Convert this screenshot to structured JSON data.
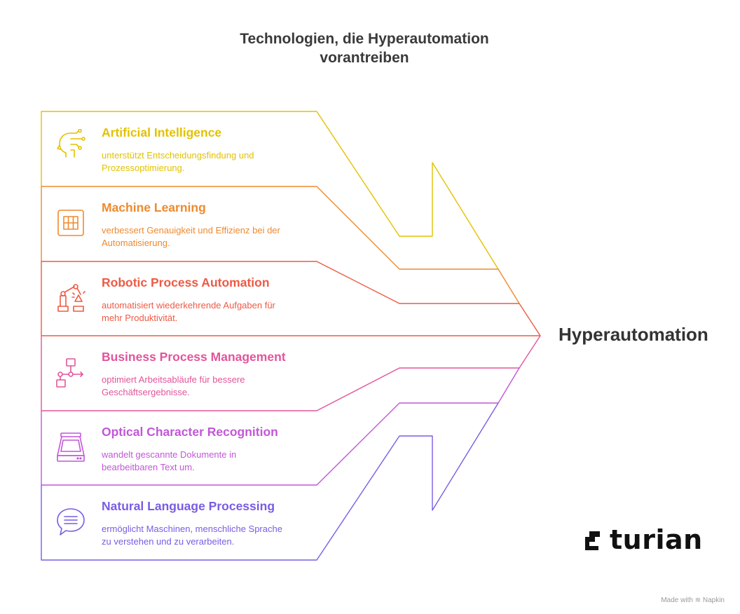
{
  "title": {
    "line1": "Technologien, die Hyperautomation",
    "line2": "vorantreiben"
  },
  "target": "Hyperautomation",
  "items": [
    {
      "title": "Artificial Intelligence",
      "desc_line1": "unterstützt Entscheidungsfindung und",
      "desc_line2": "Prozessoptimierung.",
      "color": "#E2C200",
      "icon": "ai-head-icon"
    },
    {
      "title": "Machine Learning",
      "desc_line1": "verbessert Genauigkeit und Effizienz bei der",
      "desc_line2": "Automatisierung.",
      "color": "#EE8A2E",
      "icon": "grid-icon"
    },
    {
      "title": "Robotic Process Automation",
      "desc_line1": "automatisiert wiederkehrende Aufgaben für",
      "desc_line2": "mehr Produktivität.",
      "color": "#EE5A45",
      "icon": "robot-arm-icon"
    },
    {
      "title": "Business Process Management",
      "desc_line1": "optimiert Arbeitsabläufe für bessere",
      "desc_line2": "Geschäftsergebnisse.",
      "color": "#E2559B",
      "icon": "flowchart-icon"
    },
    {
      "title": "Optical Character Recognition",
      "desc_line1": "wandelt gescannte Dokumente in",
      "desc_line2": "bearbeitbaren Text um.",
      "color": "#C257D8",
      "icon": "scanner-icon"
    },
    {
      "title": "Natural Language Processing",
      "desc_line1": "ermöglicht Maschinen, menschliche Sprache",
      "desc_line2": "zu verstehen und zu verarbeiten.",
      "color": "#7A5CE3",
      "icon": "speech-bubble-icon"
    }
  ],
  "logo": {
    "text": "turian",
    "icon": "turian-logo-icon"
  },
  "footer": {
    "made_with": "Made with",
    "brand": "Napkin"
  }
}
